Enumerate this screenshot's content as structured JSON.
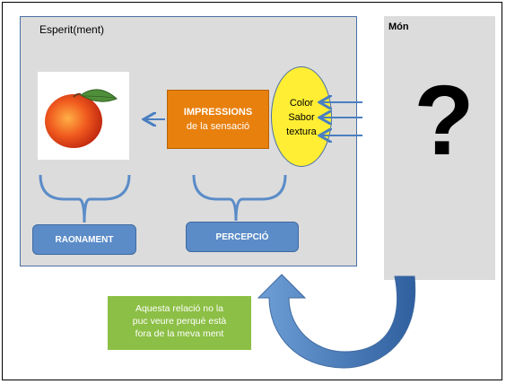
{
  "mind": {
    "label": "Esperit(ment)"
  },
  "world": {
    "label": "Món",
    "unknown_symbol": "?"
  },
  "impressions": {
    "line1": "IMPRESSIONS",
    "line2": "de la sensació"
  },
  "qualities": [
    "Color",
    "Sabor",
    "textura"
  ],
  "processes": {
    "reasoning": "RAONAMENT",
    "perception": "PERCEPCIÓ"
  },
  "note": {
    "lines": [
      "Aquesta relació no la",
      "puc veure perquè està",
      "fora de la meva ment"
    ]
  },
  "colors": {
    "mind_bg": "#dcdcdc",
    "impressions": "#e8800e",
    "qualities_oval": "#ffee33",
    "process_box": "#5b8cc8",
    "note_box": "#8cbf45",
    "arrows": "#4a7fc0"
  },
  "icons": {
    "fruit": "peach-image"
  }
}
